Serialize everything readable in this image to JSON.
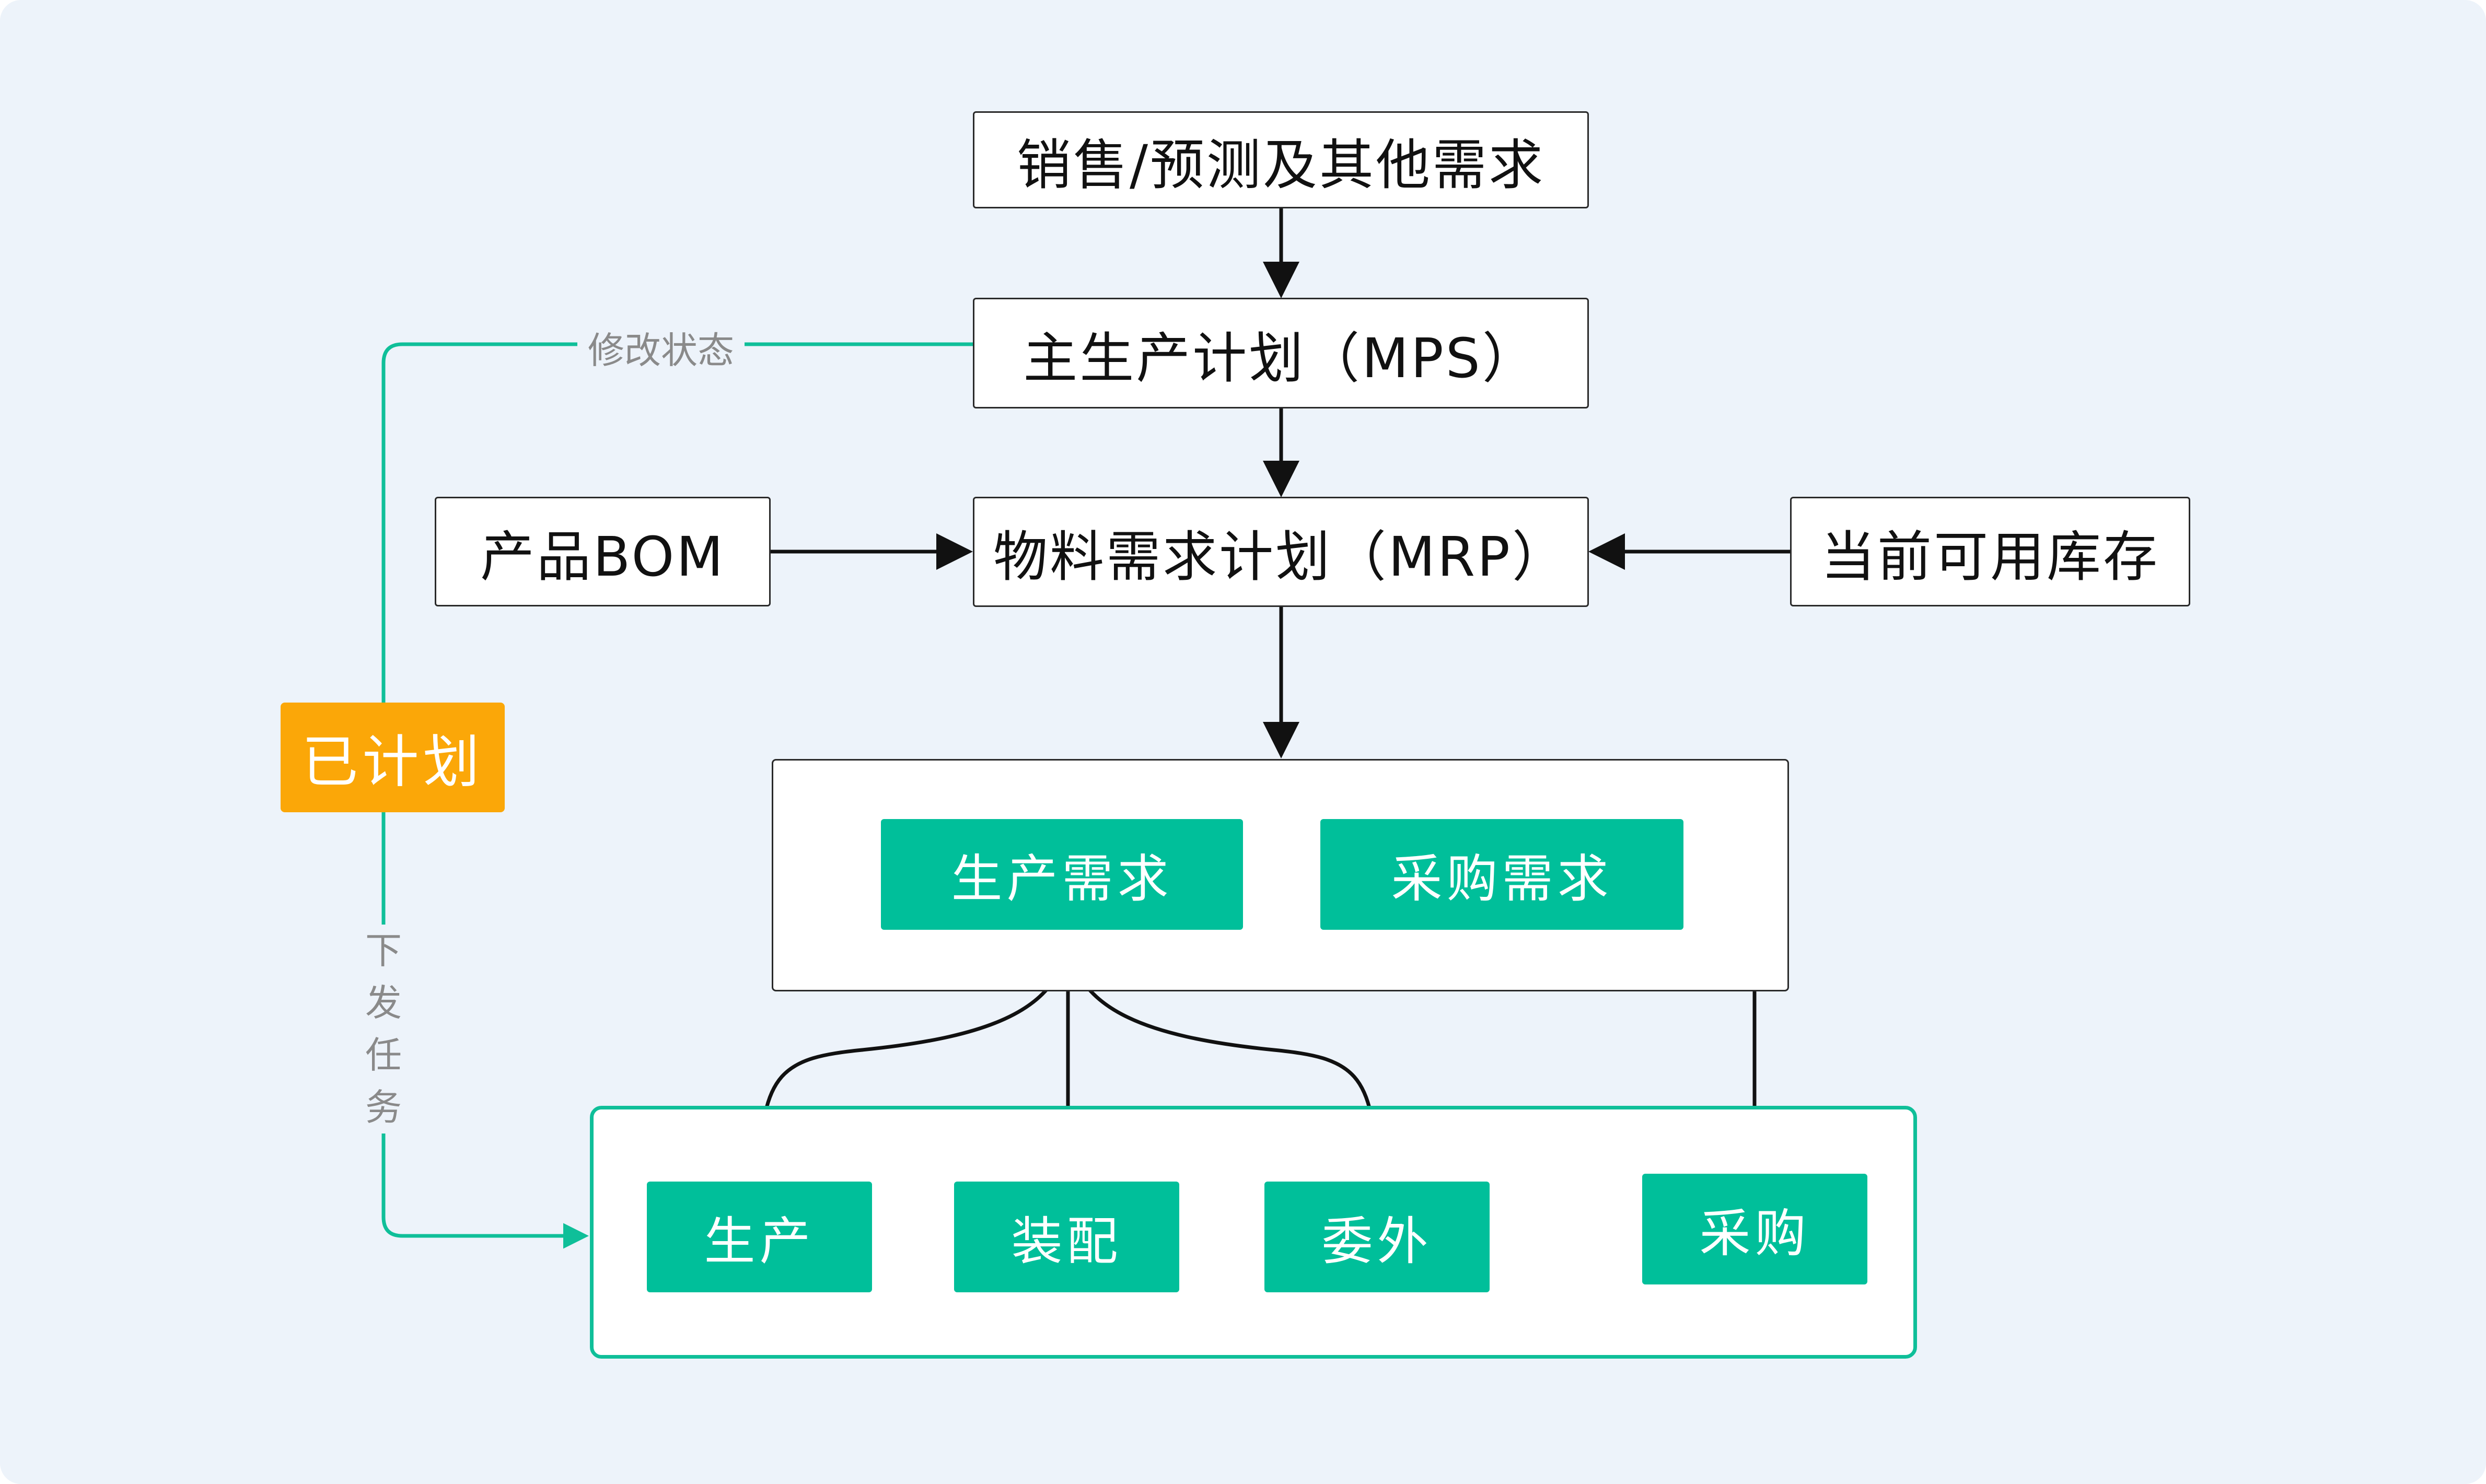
{
  "nodes": {
    "sales": "销售/预测及其他需求",
    "mps": "主生产计划（MPS）",
    "bom": "产品BOM",
    "mrp": "物料需求计划（MRP）",
    "inventory": "当前可用库存",
    "planned": "已计划",
    "production_demand": "生产需求",
    "purchase_demand": "采购需求",
    "production": "生产",
    "assembly": "装配",
    "outsourcing": "委外",
    "purchase": "采购"
  },
  "edge_labels": {
    "modify_status": "修改状态",
    "issue_task": "下发任务"
  },
  "colors": {
    "green": "#00bf9a",
    "orange": "#fba708",
    "line_green": "#0fbf99",
    "background": "#edf3fa"
  }
}
